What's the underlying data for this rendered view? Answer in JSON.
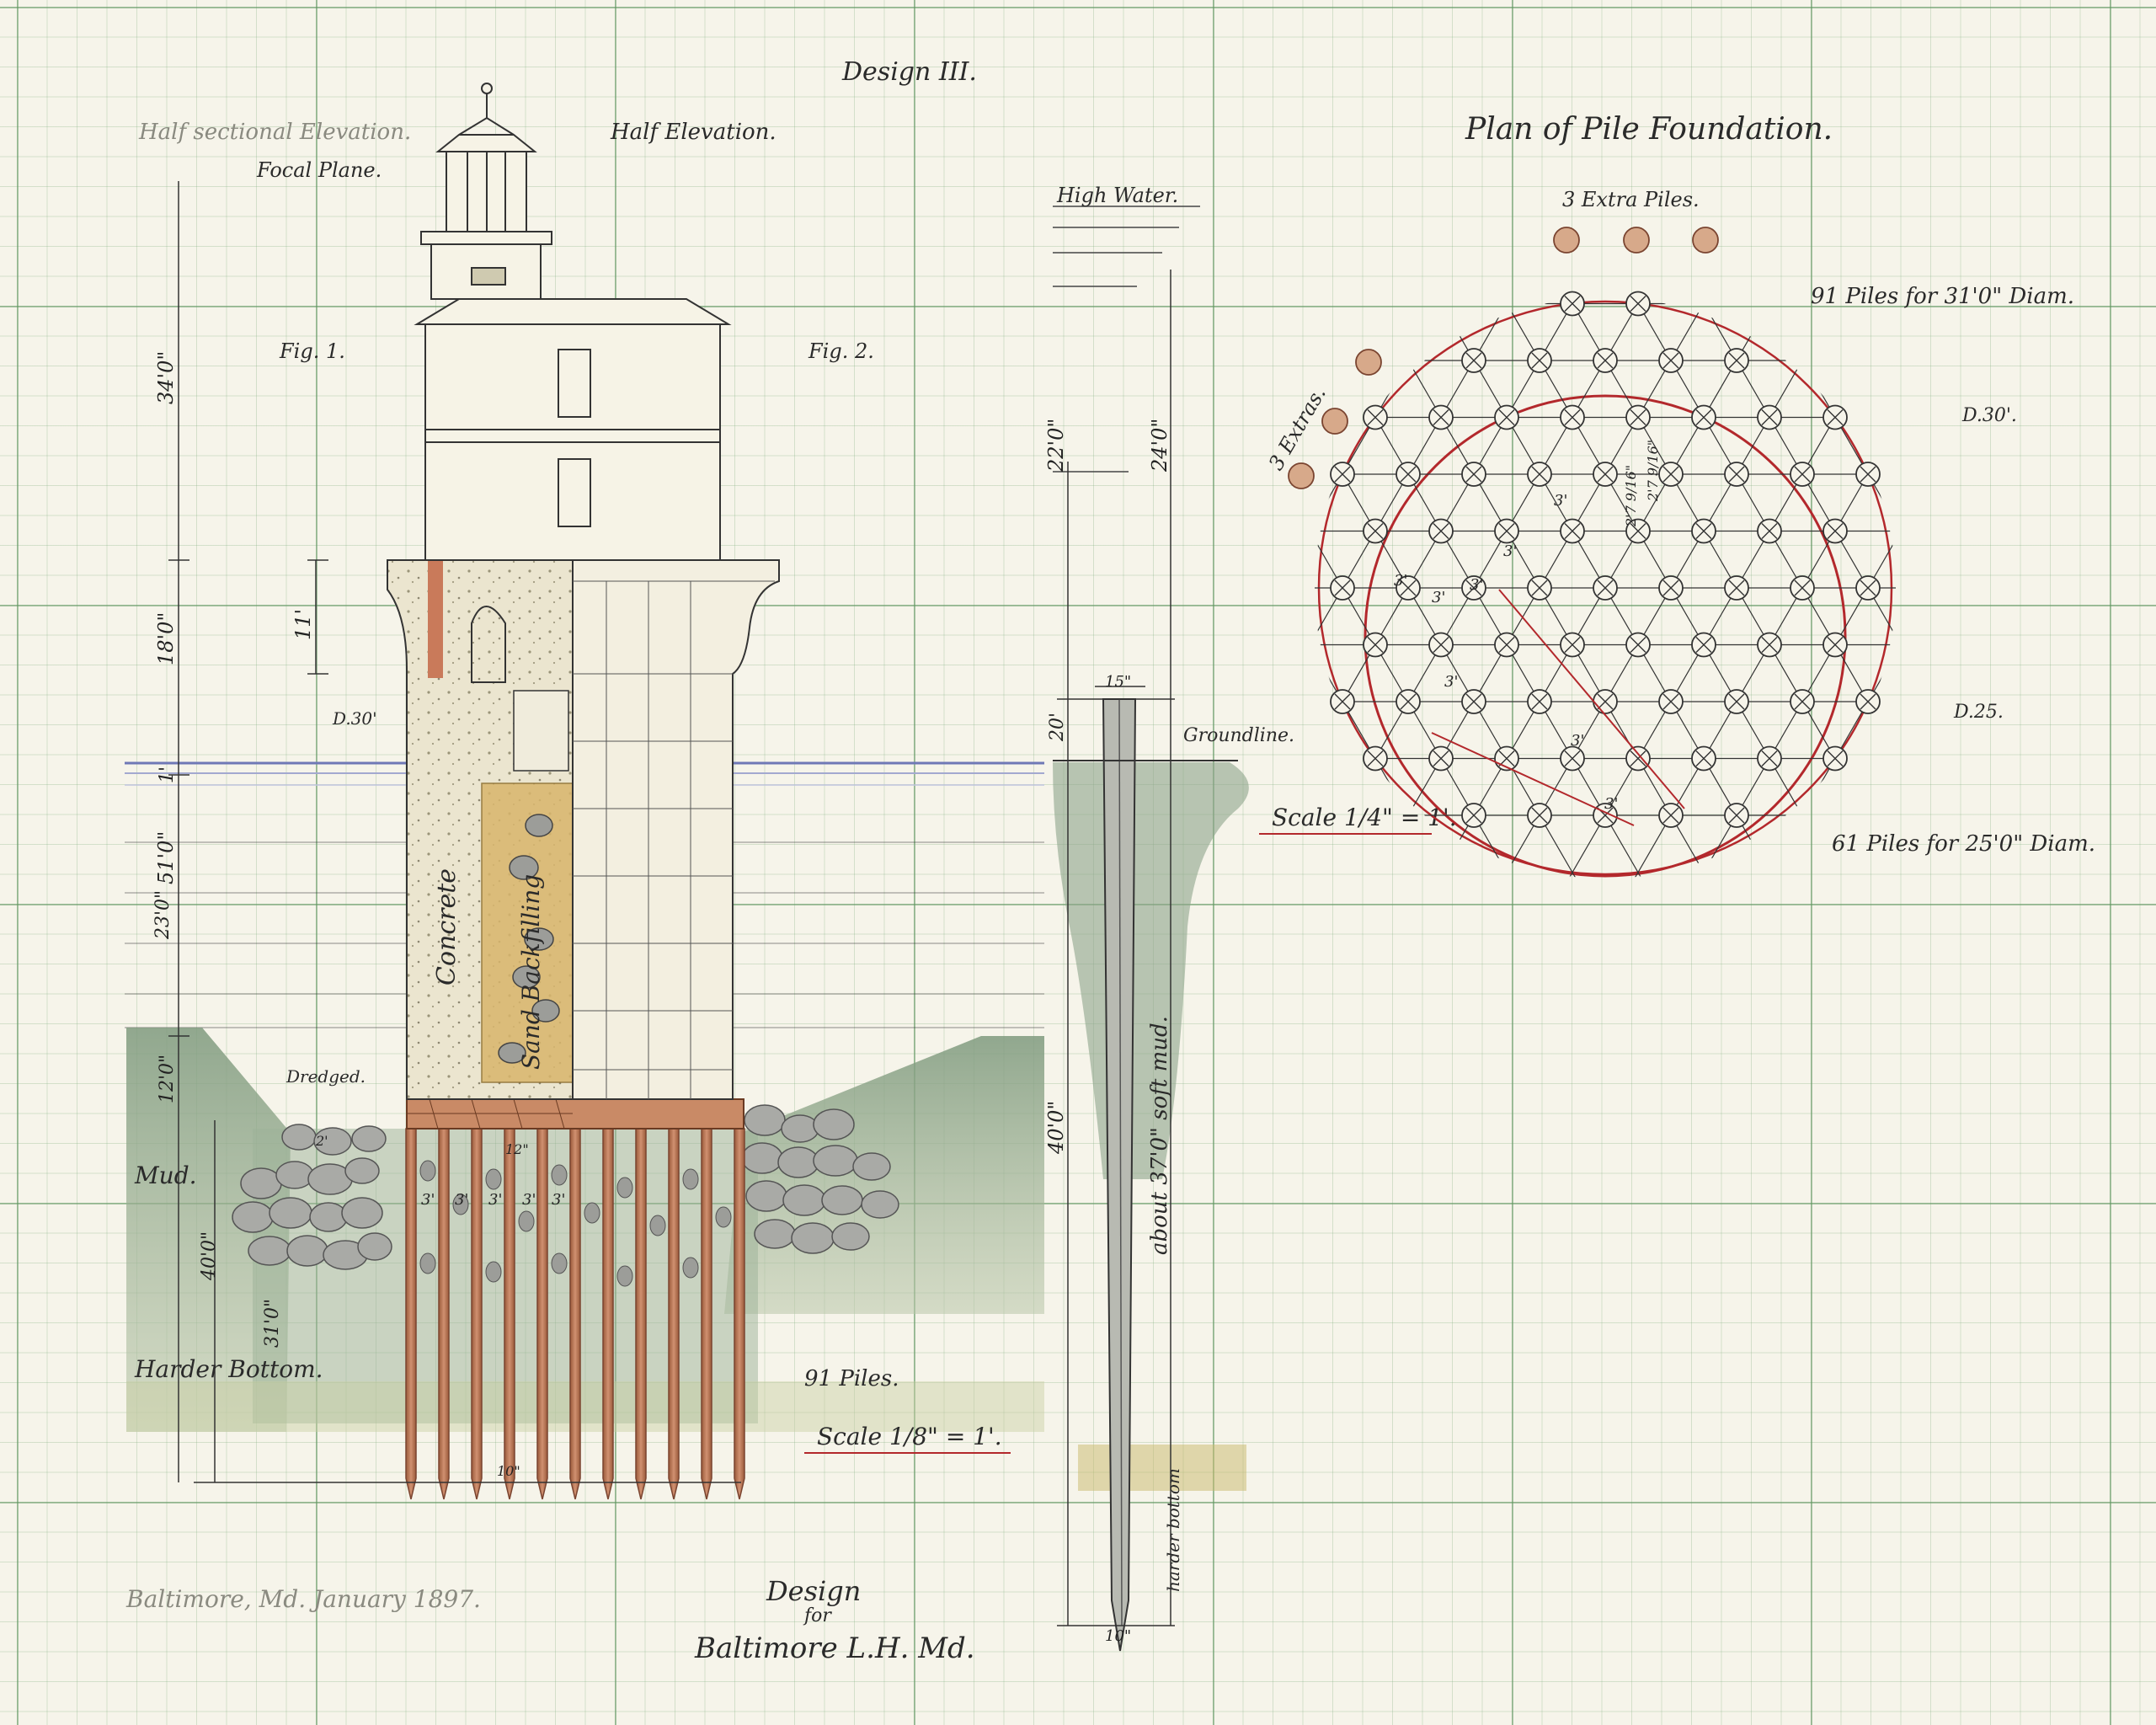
{
  "title": "Design III.",
  "fig1": {
    "label_half_section": "Half sectional Elevation.",
    "label_half_elevation": "Half Elevation.",
    "label_focal_plane": "Focal Plane.",
    "fig1_label": "Fig. 1.",
    "fig2_label": "Fig. 2.",
    "concrete": "Concrete",
    "backfilling": "Sand Backfilling",
    "dredged": "Dredged.",
    "mud": "Mud.",
    "harder_bottom": "Harder Bottom.",
    "piles_count": "91 Piles.",
    "scale": "Scale 1/8\" = 1'.",
    "dim_d30": "D.30'",
    "dims_left": [
      "34'0\"",
      "18'0\"",
      "11'",
      "1'",
      "51'0\"",
      "23'0\"",
      "12'0\"",
      "40'0\"",
      "31'0\""
    ],
    "pile_spacing": "3'",
    "pile_spacing_values": [
      "3'",
      "3'",
      "3'",
      "3'",
      "3'"
    ],
    "dim_pile_diam": "10\"",
    "dim_12": "12\"",
    "dim_2": "2'"
  },
  "pile_detail": {
    "high_water": "High Water.",
    "groundline": "Groundline.",
    "harder_bottom": "harder bottom",
    "about_mud": "about 37'0\" soft mud.",
    "scale": "Scale 1/4\" = 1'.",
    "dim_top": "15\"",
    "dim_bottom": "10\"",
    "dims": [
      "22'0\"",
      "24'0\"",
      "20'",
      "40'0\""
    ]
  },
  "plan": {
    "title": "Plan of Pile Foundation.",
    "extra_top": "3 Extra Piles.",
    "extra_left": "3 Extras.",
    "piles_31": "91 Piles for 31'0\" Diam.",
    "piles_25": "61 Piles for 25'0\" Diam.",
    "d30": "D.30'.",
    "d25": "D.25.",
    "spacing": "3'",
    "spacing_values": [
      "3'",
      "3'",
      "3'",
      "3'",
      "3'",
      "3'",
      "3'",
      "3'"
    ],
    "dim_a": "2'7 9/16\"",
    "dim_b": "2'7 9/16\""
  },
  "footer": {
    "place_date": "Baltimore, Md. January 1897.",
    "design_for": "Design",
    "for": "for",
    "project": "Baltimore L.H. Md."
  },
  "colors": {
    "grid": "#6a9a6a",
    "paper": "#f6f4ea",
    "red_ink": "#b3282c",
    "pile_wood": "#b5714d",
    "water": "#8f96c4",
    "mud_green": "#8ea48a",
    "sand": "#d9b66c",
    "concrete": "#e9e3cc"
  }
}
